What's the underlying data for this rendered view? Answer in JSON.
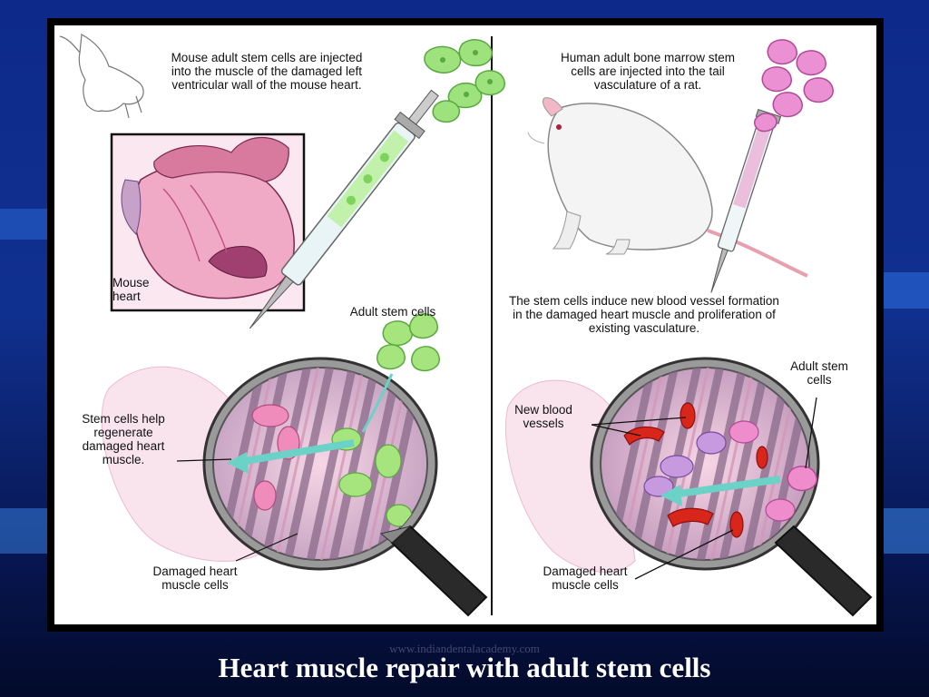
{
  "slide_title": "Heart muscle repair with adult stem cells",
  "watermark": "www.indiandentalacademy.com",
  "colors": {
    "background": "#0a1a5e",
    "mouse_stem_cells": "#8fe070",
    "human_stem_cells": "#e88ad0",
    "heart_tissue": "#f2b8d0",
    "new_blood_vessels": "#d8261a",
    "text_on_slide": "#ffffff"
  },
  "left_panel": {
    "top_caption": "Mouse adult stem cells are injected into the muscle of the damaged left ventricular wall of the mouse heart.",
    "inset_label": "Mouse heart",
    "cells_label": "Adult stem cells",
    "regenerate_label": "Stem cells help regenerate damaged heart muscle.",
    "damaged_label": "Damaged heart muscle cells"
  },
  "right_panel": {
    "top_caption": "Human adult bone marrow stem cells are injected into the tail vasculature of a rat.",
    "middle_caption": "The stem cells induce new blood vessel formation in the damaged heart muscle and proliferation of existing vasculature.",
    "vessels_label": "New blood vessels",
    "cells_label": "Adult stem cells",
    "damaged_label": "Damaged heart muscle cells"
  }
}
